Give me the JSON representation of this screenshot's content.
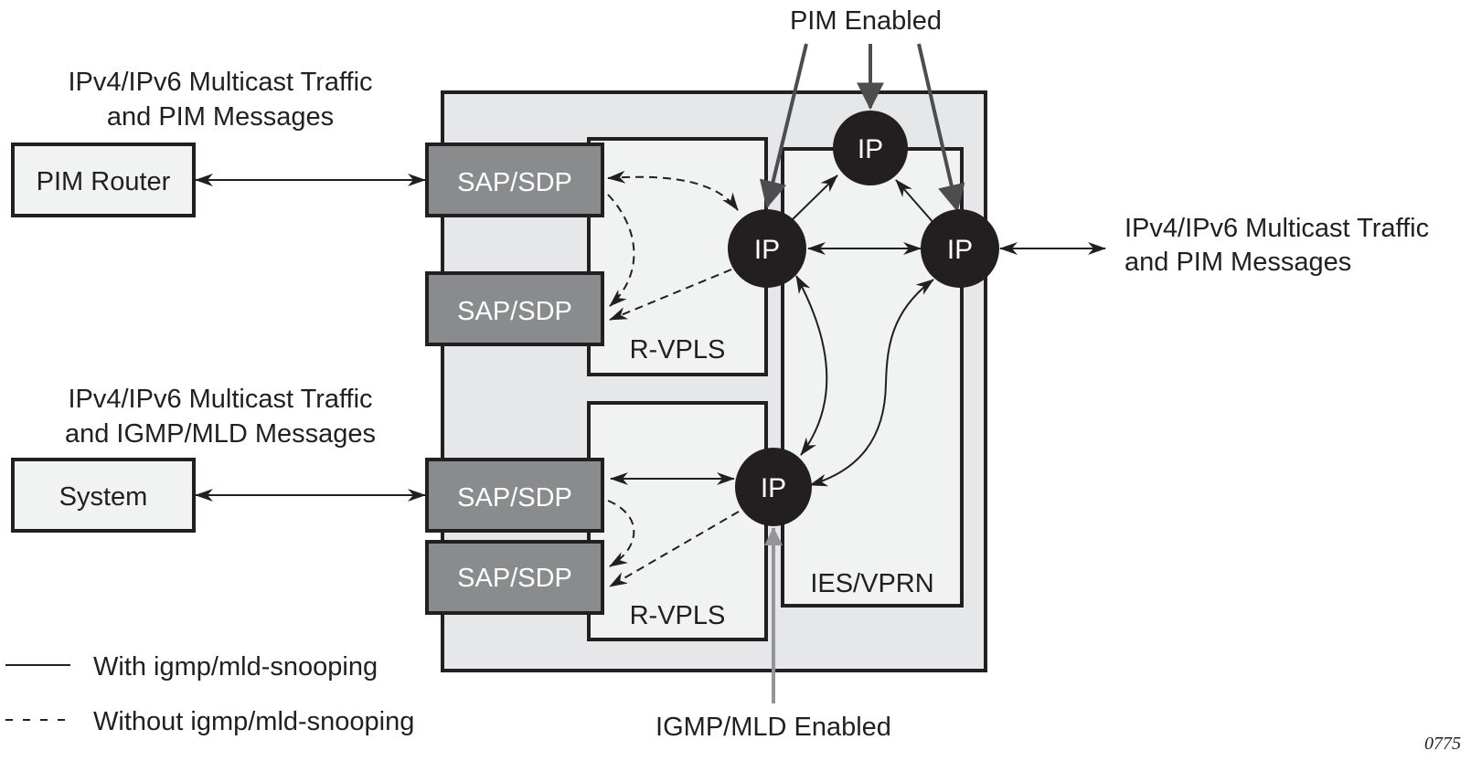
{
  "diagram": {
    "figure_id": "0775",
    "external": {
      "top_left_caption": [
        "IPv4/IPv6 Multicast Traffic",
        "and PIM Messages"
      ],
      "pim_router": "PIM Router",
      "bottom_left_caption": [
        "IPv4/IPv6 Multicast Traffic",
        "and IGMP/MLD Messages"
      ],
      "system": "System",
      "right_caption": [
        "IPv4/IPv6 Multicast Traffic",
        "and PIM Messages"
      ],
      "pim_enabled": "PIM Enabled",
      "igmp_enabled": "IGMP/MLD Enabled"
    },
    "sap_sdp": [
      "SAP/SDP",
      "SAP/SDP",
      "SAP/SDP",
      "SAP/SDP"
    ],
    "rvpls_top": "R-VPLS",
    "rvpls_bottom": "R-VPLS",
    "ies_vprn": "IES/VPRN",
    "ip_nodes": [
      "IP",
      "IP",
      "IP",
      "IP"
    ],
    "legend": {
      "solid": "With igmp/mld-snooping",
      "dashed": "Without igmp/mld-snooping"
    },
    "colors": {
      "outer_fill": "#e6e7e8",
      "inner_fill": "#f1f2f2",
      "sap_fill": "#8a8b8d",
      "node_fill": "#231f20",
      "pim_arrow": "#4d4d4f",
      "igmp_arrow": "#939598"
    }
  }
}
